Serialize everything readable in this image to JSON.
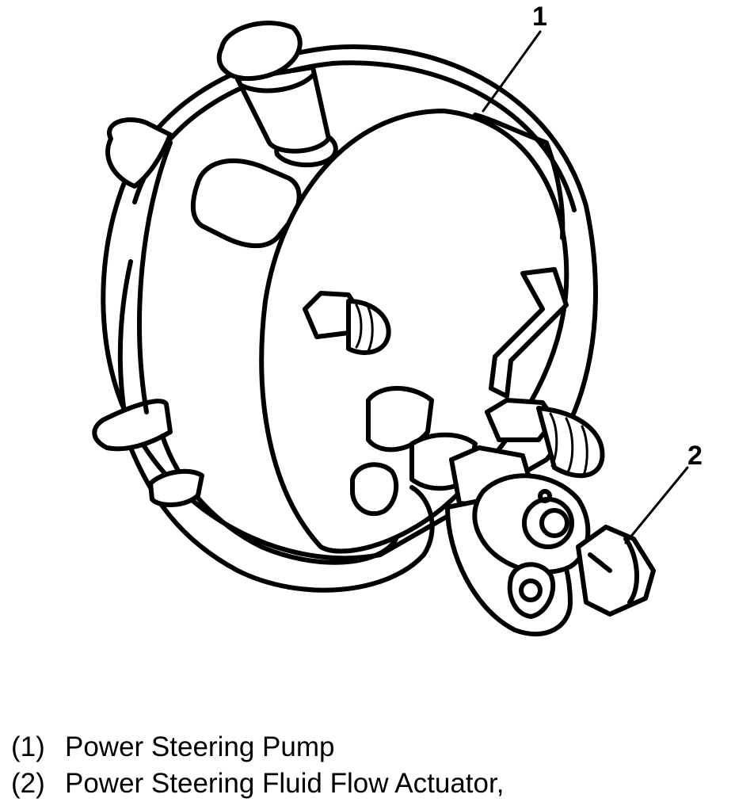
{
  "callouts": {
    "one": "1",
    "two": "2"
  },
  "legend": [
    {
      "key": "(1)",
      "label": "Power Steering Pump"
    },
    {
      "key": "(2)",
      "label": "Power Steering Fluid Flow Actuator,"
    }
  ]
}
